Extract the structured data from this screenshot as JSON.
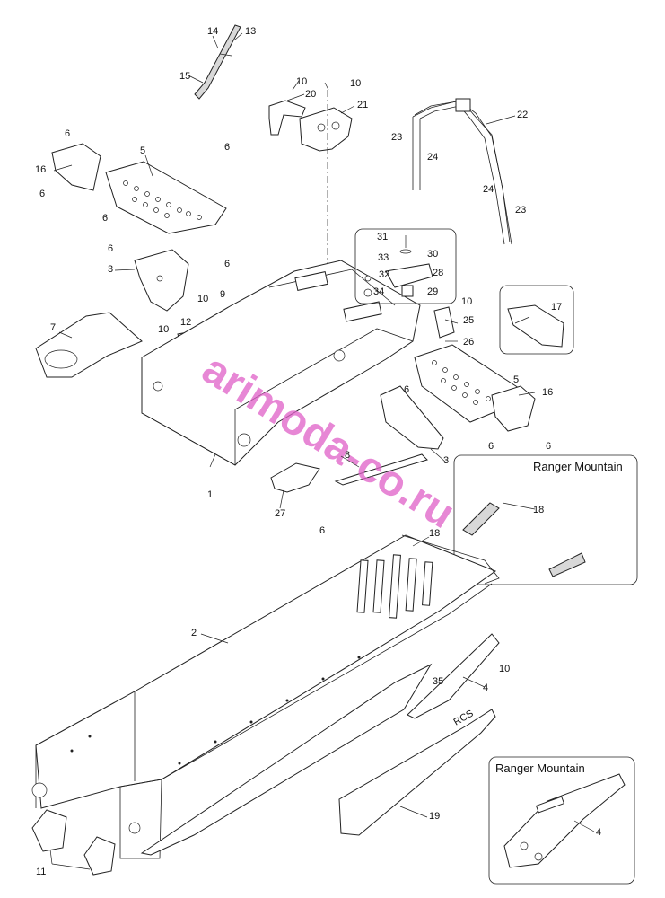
{
  "callouts": {
    "c1": "1",
    "c2": "2",
    "c3a": "3",
    "c3b": "3",
    "c4a": "4",
    "c4b": "4",
    "c5a": "5",
    "c5b": "5",
    "c6a": "6",
    "c6b": "6",
    "c6c": "6",
    "c6d": "6",
    "c6e": "6",
    "c6f": "6",
    "c6g": "6",
    "c6h": "6",
    "c6i": "6",
    "c6j": "6",
    "c7": "7",
    "c8": "8",
    "c9": "9",
    "c10a": "10",
    "c10b": "10",
    "c10c": "10",
    "c10d": "10",
    "c10e": "10",
    "c10f": "10",
    "c11": "11",
    "c12": "12",
    "c13": "13",
    "c14": "14",
    "c15": "15",
    "c16a": "16",
    "c16b": "16",
    "c17": "17",
    "c18a": "18",
    "c18b": "18",
    "c19": "19",
    "c20": "20",
    "c21": "21",
    "c22": "22",
    "c23a": "23",
    "c23b": "23",
    "c24a": "24",
    "c24b": "24",
    "c25": "25",
    "c26": "26",
    "c27": "27",
    "c28": "28",
    "c29": "29",
    "c30": "30",
    "c31": "31",
    "c32": "32",
    "c33": "33",
    "c34": "34",
    "c35": "35"
  },
  "insets": {
    "ranger_top": "Ranger Mountain",
    "ranger_bottom": "Ranger Mountain"
  },
  "labels": {
    "rcs": "RCS"
  },
  "watermark": "arimoda-co.ru"
}
